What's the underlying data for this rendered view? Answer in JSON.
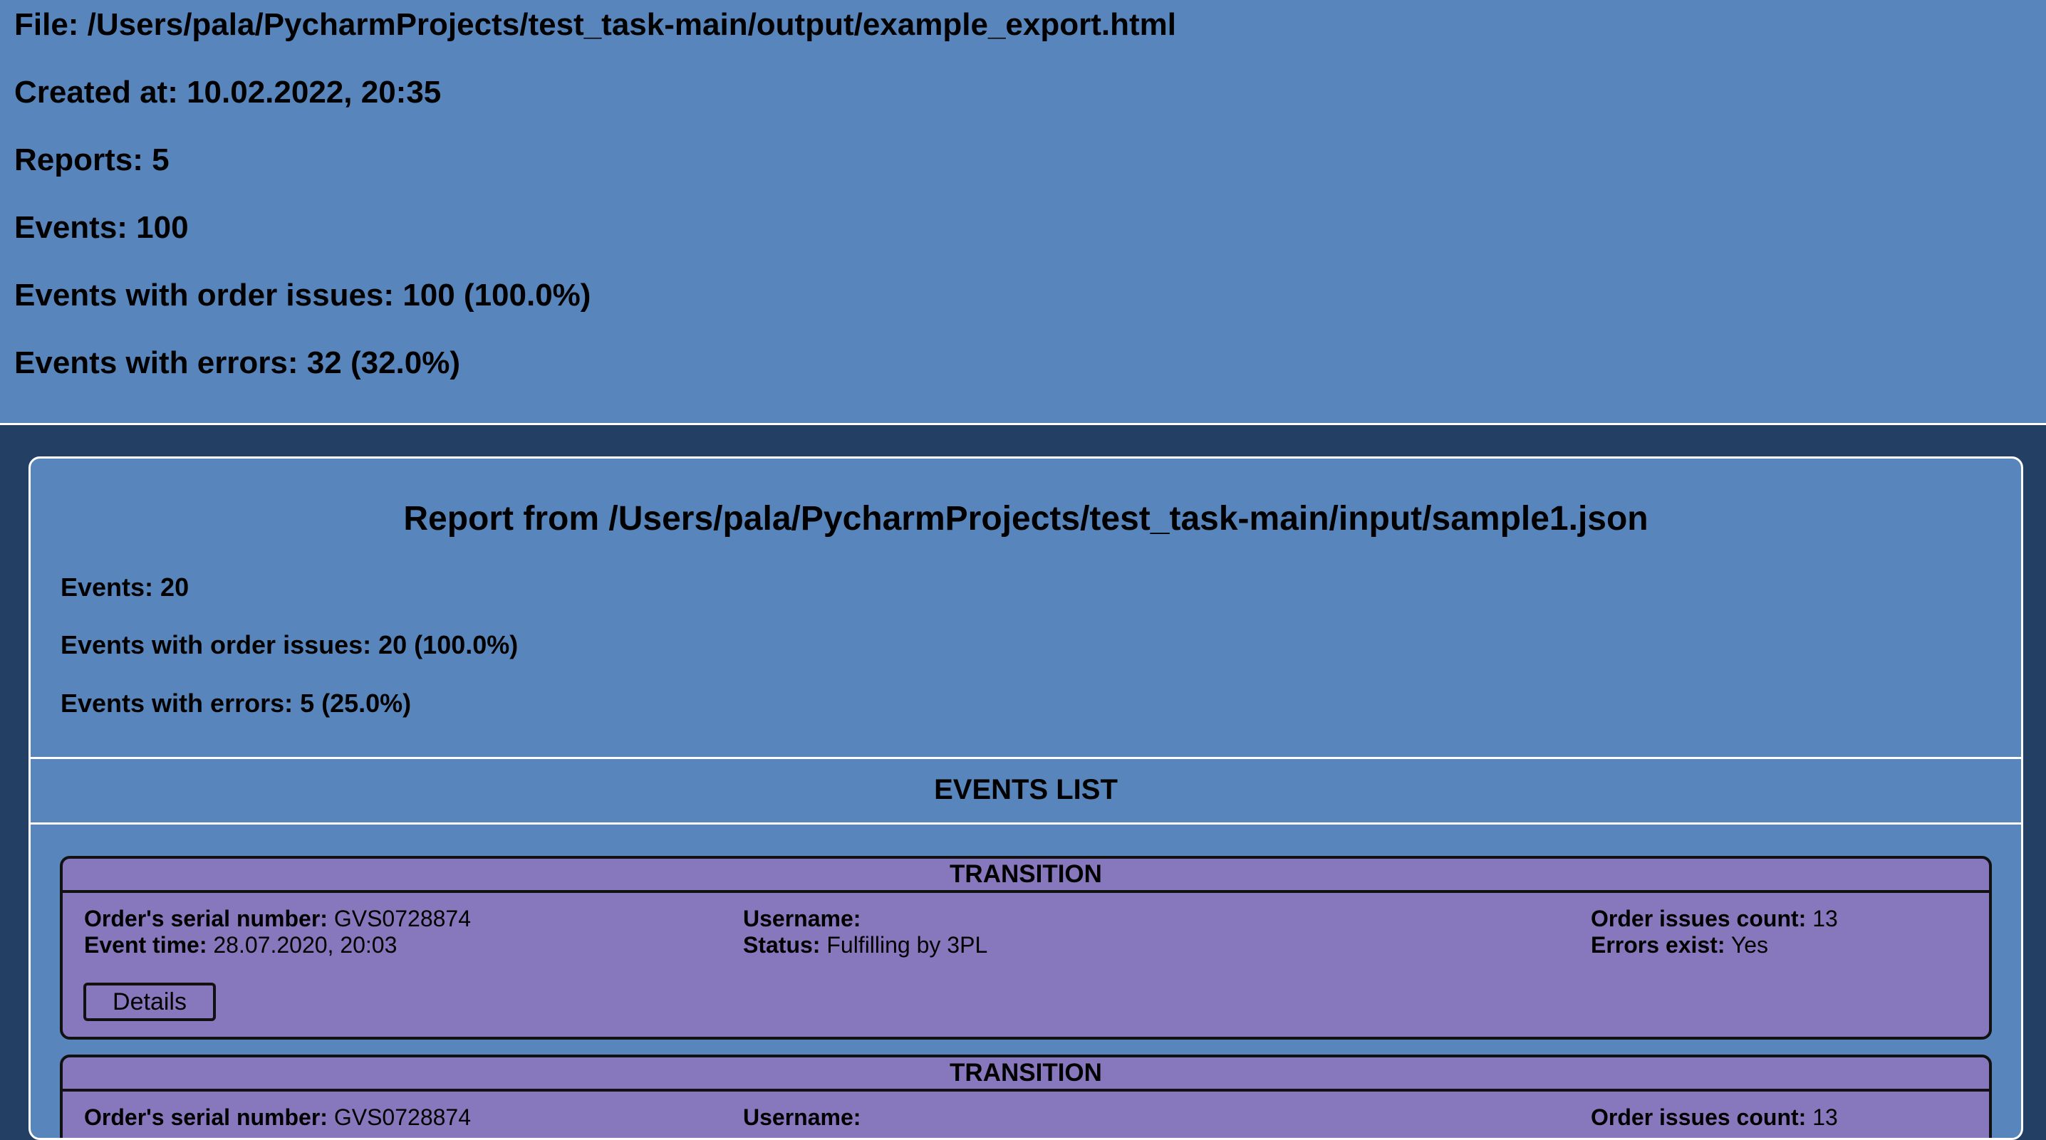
{
  "summary": {
    "file": "File: /Users/pala/PycharmProjects/test_task-main/output/example_export.html",
    "created_at": "Created at: 10.02.2022, 20:35",
    "reports": "Reports: 5",
    "events": "Events: 100",
    "order_issues": "Events with order issues: 100 (100.0%)",
    "errors": "Events with errors: 32 (32.0%)"
  },
  "report": {
    "title": "Report from /Users/pala/PycharmProjects/test_task-main/input/sample1.json",
    "events": "Events: 20",
    "order_issues": "Events with order issues: 20 (100.0%)",
    "errors": "Events with errors: 5 (25.0%)",
    "events_list_label": "EVENTS LIST",
    "events_list": [
      {
        "type": "TRANSITION",
        "serial_label": "Order's serial number:",
        "serial": "GVS0728874",
        "time_label": "Event time:",
        "time": "28.07.2020, 20:03",
        "username_label": "Username:",
        "username": "",
        "status_label": "Status:",
        "status": "Fulfilling by 3PL",
        "issues_label": "Order issues count:",
        "issues": "13",
        "errors_label": "Errors exist:",
        "errors": "Yes",
        "details_label": "Details"
      },
      {
        "type": "TRANSITION",
        "serial_label": "Order's serial number:",
        "serial": "GVS0728874",
        "username_label": "Username:",
        "username": "",
        "issues_label": "Order issues count:",
        "issues": "13"
      }
    ]
  },
  "colors": {
    "page_background": "#243f64",
    "panel_blue": "#5886bc",
    "card_purple": "#8778bd",
    "divider": "#ffffff",
    "card_border": "#111111"
  }
}
